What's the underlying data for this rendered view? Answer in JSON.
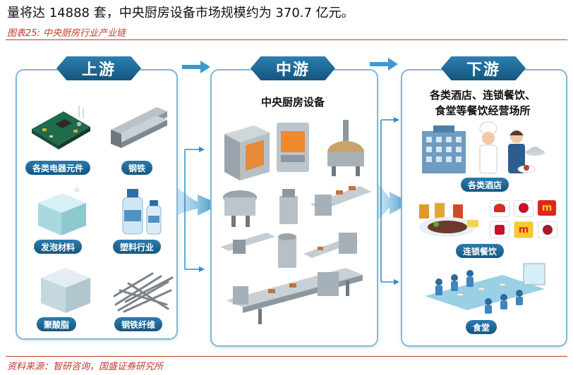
{
  "intro_text": "量将达 14888 套，中央厨房设备市场规模约为 370.7 亿元。",
  "figure_caption": "图表25:  中央厨房行业产业链",
  "source_text": "资料来源：智研咨询，国盛证券研究所",
  "stages": {
    "upstream": {
      "title": "上游",
      "items": [
        "各类电器元件",
        "钢铁",
        "发泡材料",
        "塑料行业",
        "聚酸脂",
        "钢铁纤维"
      ]
    },
    "midstream": {
      "title": "中游",
      "subtitle": "中央厨房设备"
    },
    "downstream": {
      "title": "下游",
      "subtitle_line1": "各类酒店、连锁餐饮、",
      "subtitle_line2": "食堂等餐饮经营场所",
      "items": [
        "各类酒店",
        "连锁餐饮",
        "食堂"
      ],
      "brand_logos": [
        "Pizza Hut",
        "KFC",
        "McDonald's",
        "Bakery",
        "McDonald's",
        "KFC"
      ]
    }
  },
  "colors": {
    "accent": "#14567f",
    "accent_light": "#7fb8d8",
    "caption_red": "#c0392b",
    "arrow": "#2b8ec6"
  }
}
